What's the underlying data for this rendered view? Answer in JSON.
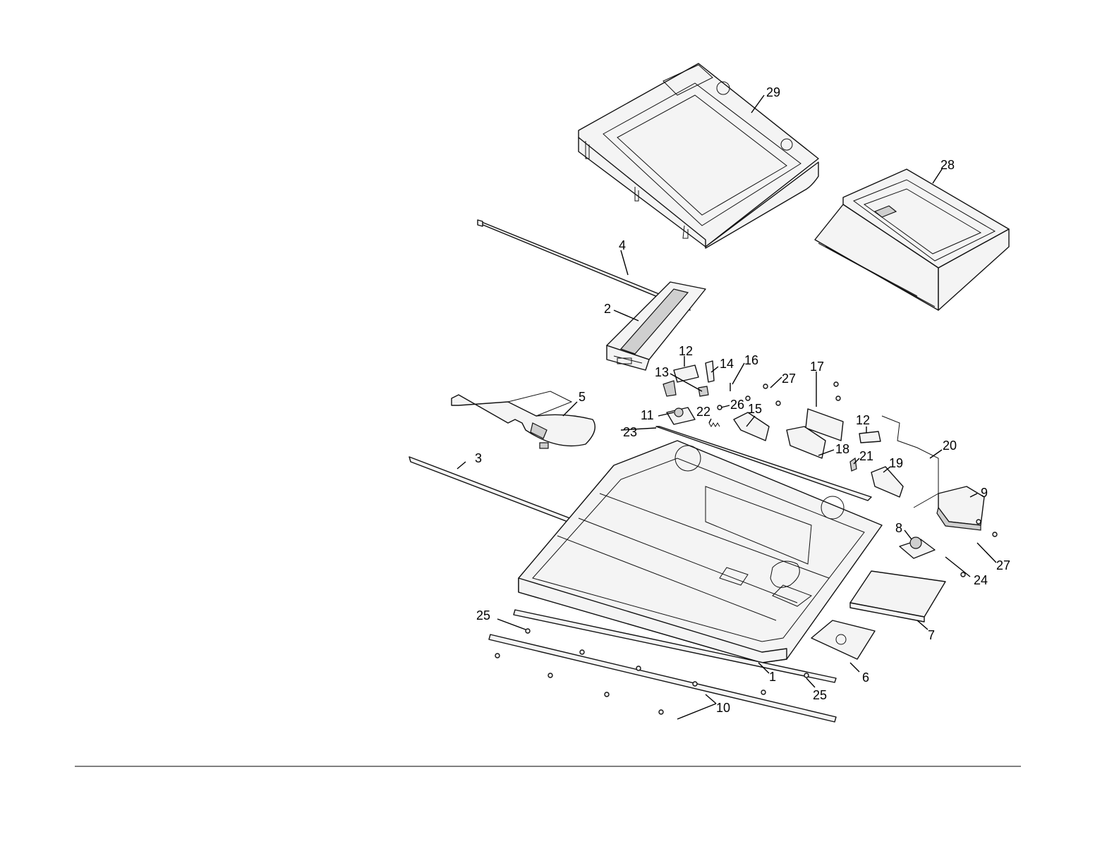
{
  "callouts": [
    {
      "id": "c29a",
      "text": "29"
    },
    {
      "id": "c28",
      "text": "28"
    },
    {
      "id": "c4",
      "text": "4"
    },
    {
      "id": "c2",
      "text": "2"
    },
    {
      "id": "c12a",
      "text": "12"
    },
    {
      "id": "c14",
      "text": "14"
    },
    {
      "id": "c16",
      "text": "16"
    },
    {
      "id": "c27a",
      "text": "27"
    },
    {
      "id": "c17",
      "text": "17"
    },
    {
      "id": "c13",
      "text": "13"
    },
    {
      "id": "c5",
      "text": "5"
    },
    {
      "id": "c11",
      "text": "11"
    },
    {
      "id": "c22",
      "text": "22"
    },
    {
      "id": "c26",
      "text": "26"
    },
    {
      "id": "c15",
      "text": "15"
    },
    {
      "id": "c12b",
      "text": "12"
    },
    {
      "id": "c23",
      "text": "23"
    },
    {
      "id": "c20",
      "text": "20"
    },
    {
      "id": "c18",
      "text": "18"
    },
    {
      "id": "c21",
      "text": "21"
    },
    {
      "id": "c3",
      "text": "3"
    },
    {
      "id": "c19",
      "text": "19"
    },
    {
      "id": "c9",
      "text": "9"
    },
    {
      "id": "c8",
      "text": "8"
    },
    {
      "id": "c27b",
      "text": "27"
    },
    {
      "id": "c24",
      "text": "24"
    },
    {
      "id": "c7",
      "text": "7"
    },
    {
      "id": "c25a",
      "text": "25"
    },
    {
      "id": "c1",
      "text": "1"
    },
    {
      "id": "c6",
      "text": "6"
    },
    {
      "id": "c25b",
      "text": "25"
    },
    {
      "id": "c10",
      "text": "10"
    }
  ]
}
